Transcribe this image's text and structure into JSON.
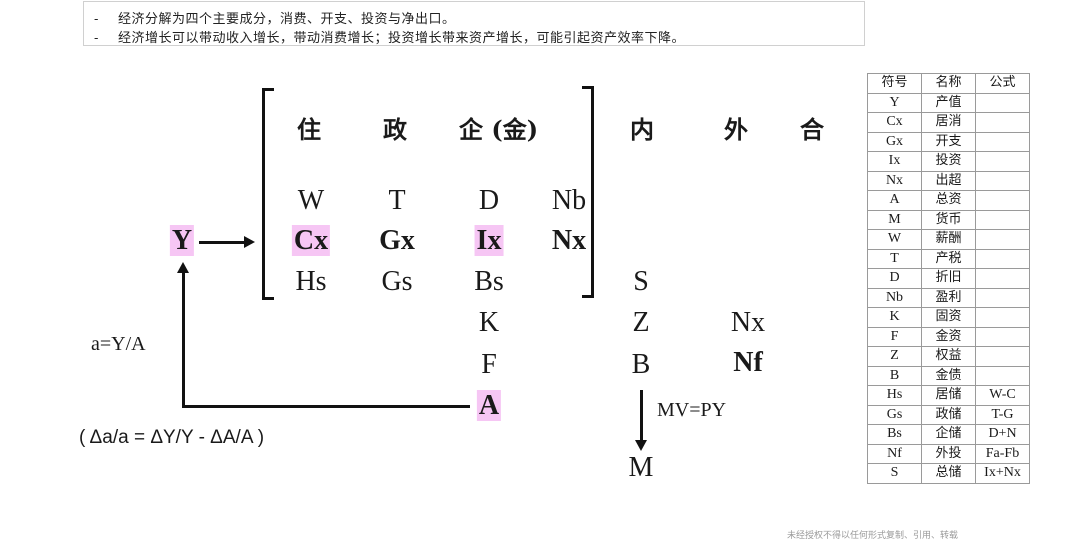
{
  "notes": [
    {
      "bullet": "-",
      "text": "经济分解为四个主要成分，消费、开支、投资与净出口。"
    },
    {
      "bullet": "-",
      "text": "经济增长可以带动收入增长，带动消费增长；投资增长带来资产增长，可能引起资产效率下降。"
    }
  ],
  "diagram": {
    "sectors": [
      "住",
      "政",
      "企 (金)"
    ],
    "outer_headers": [
      "内",
      "外",
      "合"
    ],
    "output": "Y",
    "row_income": [
      "W",
      "T",
      "D",
      "Nb"
    ],
    "row_spend": [
      "Cx",
      "Gx",
      "Ix",
      "Nx"
    ],
    "row_saving": [
      "Hs",
      "Gs",
      "Bs"
    ],
    "total_saving": "S",
    "asset_column": [
      "K",
      "F",
      "A"
    ],
    "liability_column": [
      "Z",
      "B",
      "M"
    ],
    "external_column": [
      "Nx",
      "Nf"
    ],
    "efficiency_formula": "a=Y/A",
    "growth_formula": "( Δa/a = ΔY/Y - ΔA/A )",
    "money_formula": "MV=PY",
    "highlight_color": "#f6c6f4"
  },
  "legend_table": {
    "headers": [
      "符号",
      "名称",
      "公式"
    ],
    "rows": [
      [
        "Y",
        "产值",
        ""
      ],
      [
        "Cx",
        "居消",
        ""
      ],
      [
        "Gx",
        "开支",
        ""
      ],
      [
        "Ix",
        "投资",
        ""
      ],
      [
        "Nx",
        "出超",
        ""
      ],
      [
        "A",
        "总资",
        ""
      ],
      [
        "M",
        "货币",
        ""
      ],
      [
        "W",
        "薪酬",
        ""
      ],
      [
        "T",
        "产税",
        ""
      ],
      [
        "D",
        "折旧",
        ""
      ],
      [
        "Nb",
        "盈利",
        ""
      ],
      [
        "K",
        "固资",
        ""
      ],
      [
        "F",
        "金资",
        ""
      ],
      [
        "Z",
        "权益",
        ""
      ],
      [
        "B",
        "金债",
        ""
      ],
      [
        "Hs",
        "居储",
        "W-C"
      ],
      [
        "Gs",
        "政储",
        "T-G"
      ],
      [
        "Bs",
        "企储",
        "D+N"
      ],
      [
        "Nf",
        "外投",
        "Fa-Fb"
      ],
      [
        "S",
        "总储",
        "Ix+Nx"
      ]
    ]
  },
  "footer": "未经授权不得以任何形式复制、引用、转载"
}
